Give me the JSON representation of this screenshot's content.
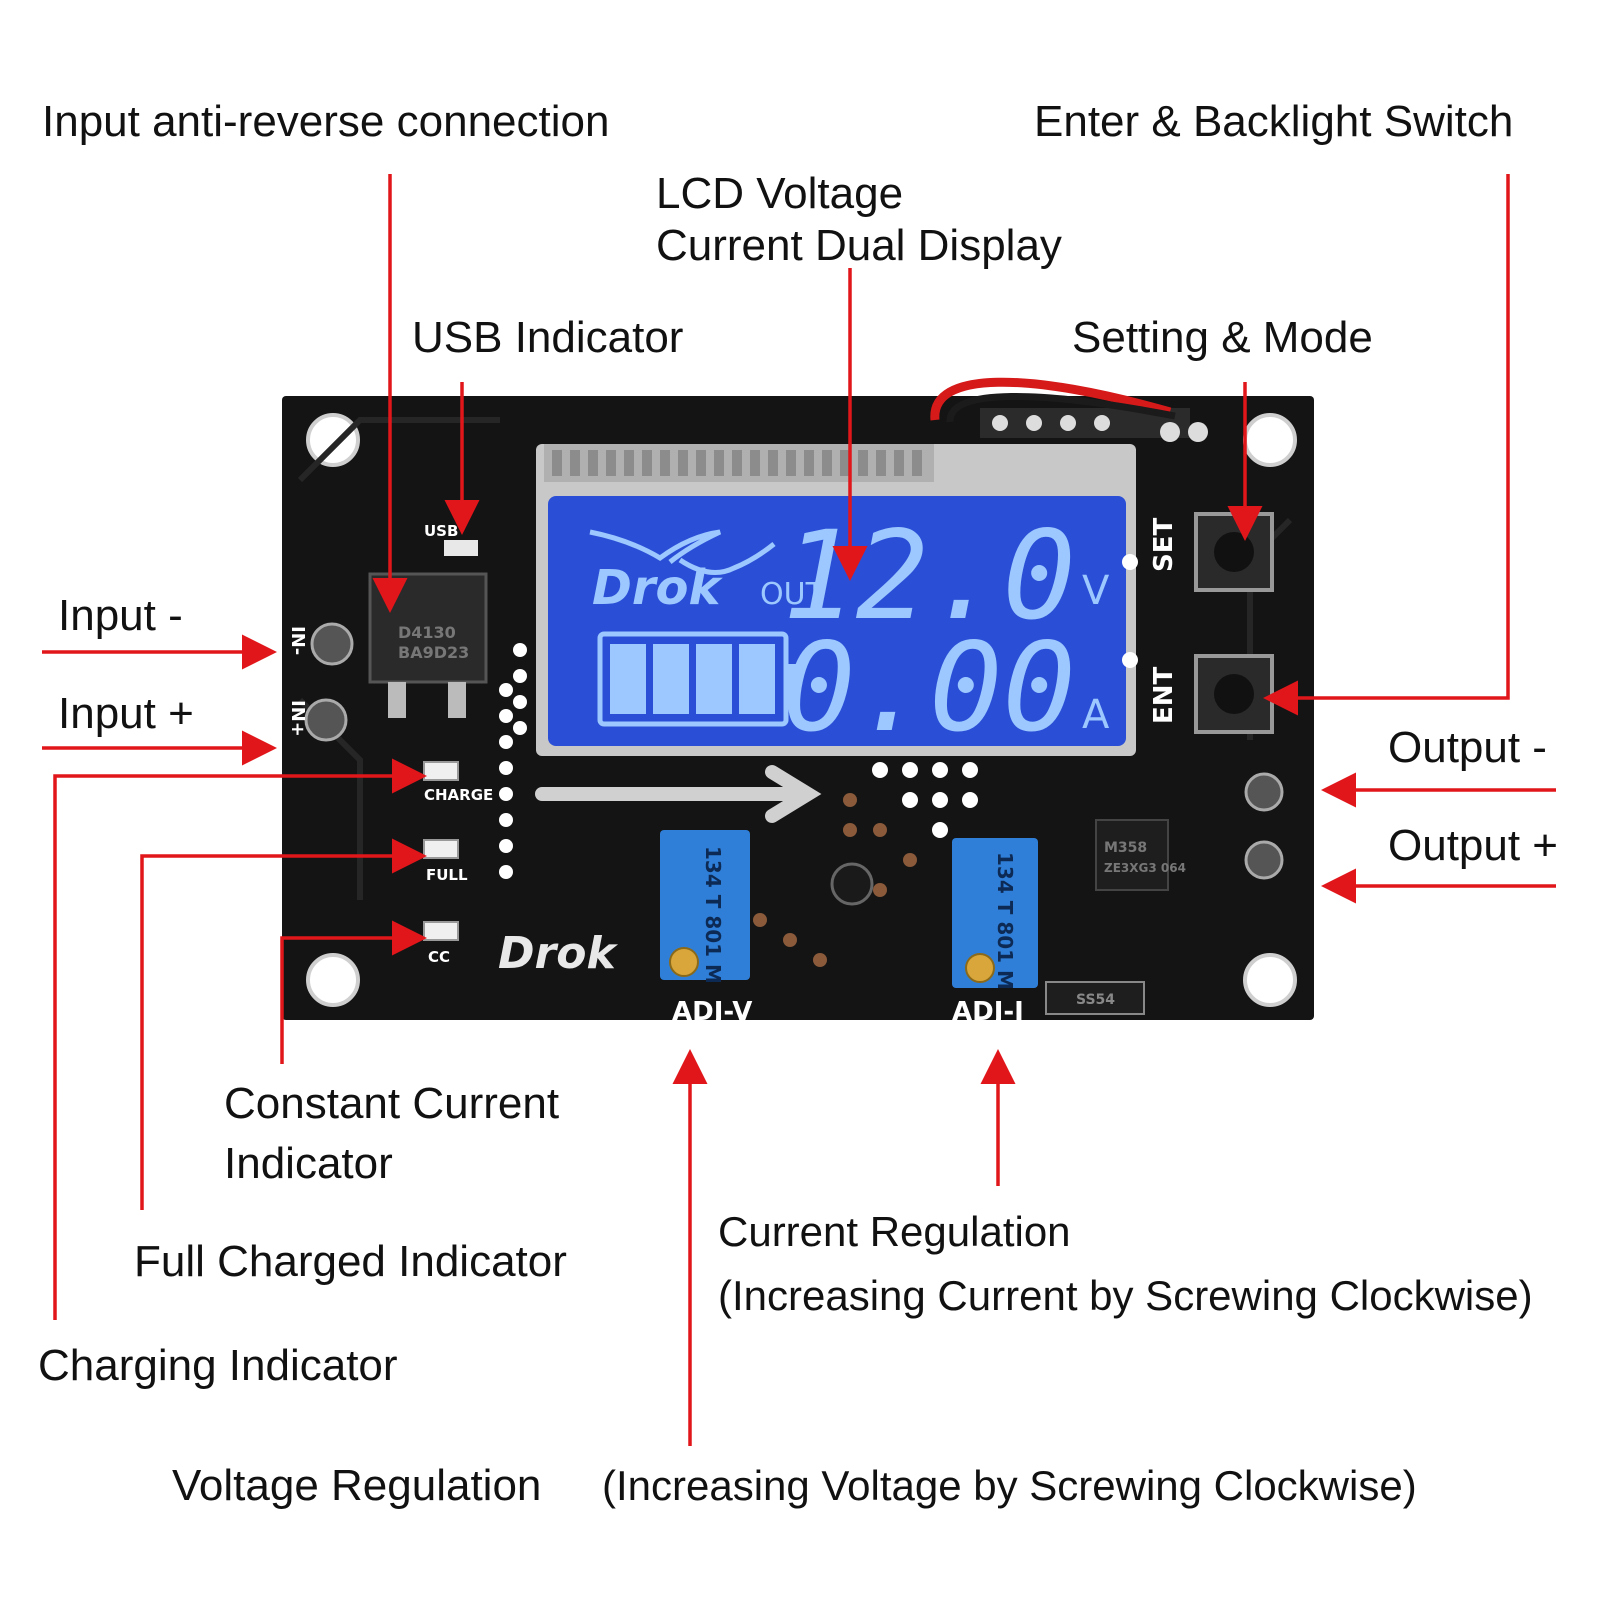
{
  "colors": {
    "leader": "#e0161b",
    "pcb": "#141414",
    "lcd": "#2a4fd6",
    "lcd_segment": "#9cc8ff",
    "trimmer": "#2f7fd8"
  },
  "callouts": {
    "input_anti_reverse": "Input anti-reverse connection",
    "enter_backlight": "Enter & Backlight Switch",
    "lcd_line1": "LCD Voltage",
    "lcd_line2": "Current Dual Display",
    "usb_indicator": "USB Indicator",
    "setting_mode": "Setting & Mode",
    "input_minus": "Input -",
    "input_plus": "Input +",
    "output_minus": "Output -",
    "output_plus": "Output +",
    "cc_line1": "Constant Current",
    "cc_line2": "Indicator",
    "full_charged": "Full Charged Indicator",
    "charging": "Charging Indicator",
    "current_reg_line1": "Current Regulation",
    "current_reg_line2": "(Increasing Current by Screwing Clockwise)",
    "voltage_reg": "Voltage Regulation",
    "voltage_reg_note": "(Increasing Voltage by Screwing Clockwise)"
  },
  "board": {
    "brand": "Drok",
    "lcd": {
      "out_label": "OUT",
      "voltage": "12.0",
      "voltage_unit": "V",
      "current": "0.00",
      "current_unit": "A",
      "battery_bars": 4
    },
    "silkscreen": {
      "usb": "USB",
      "charge": "CHARGE",
      "full": "FULL",
      "cc": "CC",
      "in_minus": "IN-",
      "in_plus": "IN+",
      "set": "SET",
      "ent": "ENT",
      "adj_v": "ADJ-V",
      "adj_i": "ADJ-I",
      "trim_code": "134 T 801 M",
      "ic_mosfet": "D4130",
      "ic_mosfet_code": "BA9D23",
      "ic_opamp": "M358",
      "ic_opamp_code": "ZE3XG3 064",
      "diode": "SS54"
    }
  }
}
